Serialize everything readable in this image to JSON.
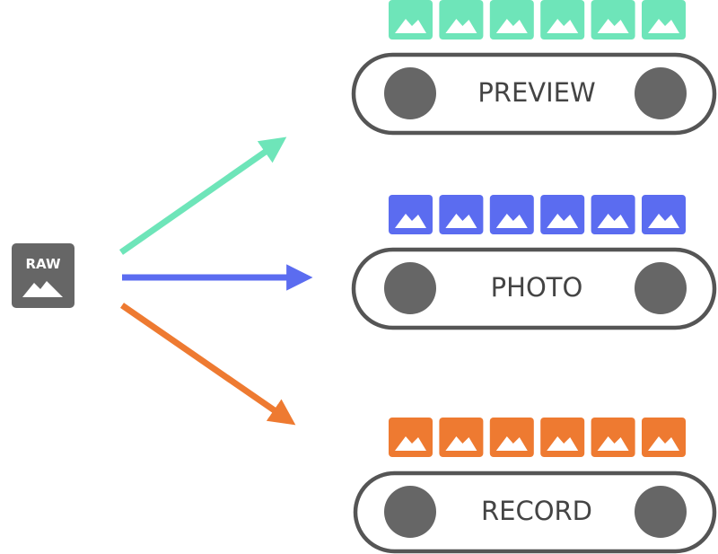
{
  "source": {
    "label": "RAW",
    "icon": "raw-image-icon",
    "color": "#666666"
  },
  "pipelines": [
    {
      "label": "PREVIEW",
      "color": "#6ee5b9",
      "frame_count": 6,
      "frame_icon": "image-frame-icon"
    },
    {
      "label": "PHOTO",
      "color": "#5b6cf0",
      "frame_count": 6,
      "frame_icon": "image-frame-icon"
    },
    {
      "label": "RECORD",
      "color": "#ee7a31",
      "frame_count": 6,
      "frame_icon": "image-frame-icon"
    }
  ],
  "belt": {
    "stroke_color": "#555555",
    "roller_color": "#666666"
  }
}
